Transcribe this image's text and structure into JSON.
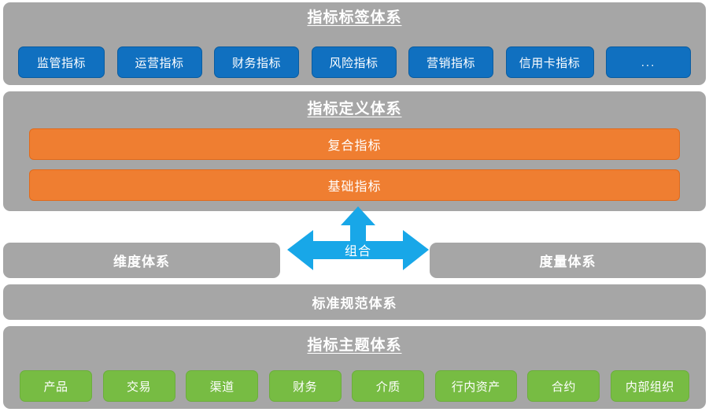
{
  "diagram": {
    "colors": {
      "panel_gray": "#a6a6a6",
      "chip_blue": "#1070c0",
      "bar_orange": "#ef7e31",
      "chip_green": "#77bc43",
      "arrow_cyan": "#18a7e8",
      "text_white": "#ffffff",
      "background": "#ffffff"
    },
    "tag_system": {
      "title": "指标标签体系",
      "chips": [
        {
          "label": "监管指标"
        },
        {
          "label": "运营指标"
        },
        {
          "label": "财务指标"
        },
        {
          "label": "风险指标"
        },
        {
          "label": "营销指标"
        },
        {
          "label": "信用卡指标"
        },
        {
          "label": "..."
        }
      ]
    },
    "definition_system": {
      "title": "指标定义体系",
      "bars": [
        {
          "label": "复合指标"
        },
        {
          "label": "基础指标"
        }
      ]
    },
    "combine": {
      "label": "组合",
      "arrow_icon": "tri-directional-arrow-icon"
    },
    "dimension_measure": {
      "left": {
        "label": "维度体系"
      },
      "right": {
        "label": "度量体系"
      }
    },
    "standard_system": {
      "label": "标准规范体系"
    },
    "theme_system": {
      "title": "指标主题体系",
      "chips": [
        {
          "label": "产品"
        },
        {
          "label": "交易"
        },
        {
          "label": "渠道"
        },
        {
          "label": "财务"
        },
        {
          "label": "介质"
        },
        {
          "label": "行内资产"
        },
        {
          "label": "合约"
        },
        {
          "label": "内部组织"
        }
      ]
    }
  }
}
